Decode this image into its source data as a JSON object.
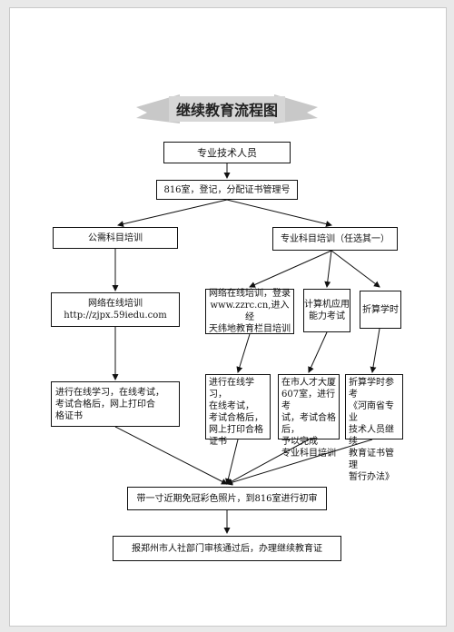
{
  "title": "继续教育流程图",
  "nodes": {
    "professional": "专业技术人员",
    "register": "816室，登记，分配证书管理号",
    "public_training": "公需科目培训",
    "specialty_training": "专业科目培训（任选其一）",
    "online_training_public": "网络在线培训\nhttp://zjpx.59iedu.com",
    "online_training_specialty": "网络在线培训，登录\nwww.zzrc.cn,进入经\n天纬地教育栏目培训",
    "computer_exam": "计算机应用\n能力考试",
    "convert_hours": "折算学时",
    "public_steps": "进行在线学习，在线考试，\n考试合格后，网上打印合\n格证书",
    "specialty_online_steps": "进行在线学习，\n在线考试，\n考试合格后，\n网上打印合格\n证书",
    "specialty_exam_steps": "在市人才大厦\n607室，进行考\n试，考试合格后，\n予以完成\n专业科目培训",
    "convert_steps": "折算学时参考\n《河南省专业\n技术人员继续\n教育证书管理\n暂行办法》",
    "photo_review": "带一寸近期免冠彩色照片，到816室进行初审",
    "final_approval": "报郑州市人社部门审核通过后，办理继续教育证"
  }
}
